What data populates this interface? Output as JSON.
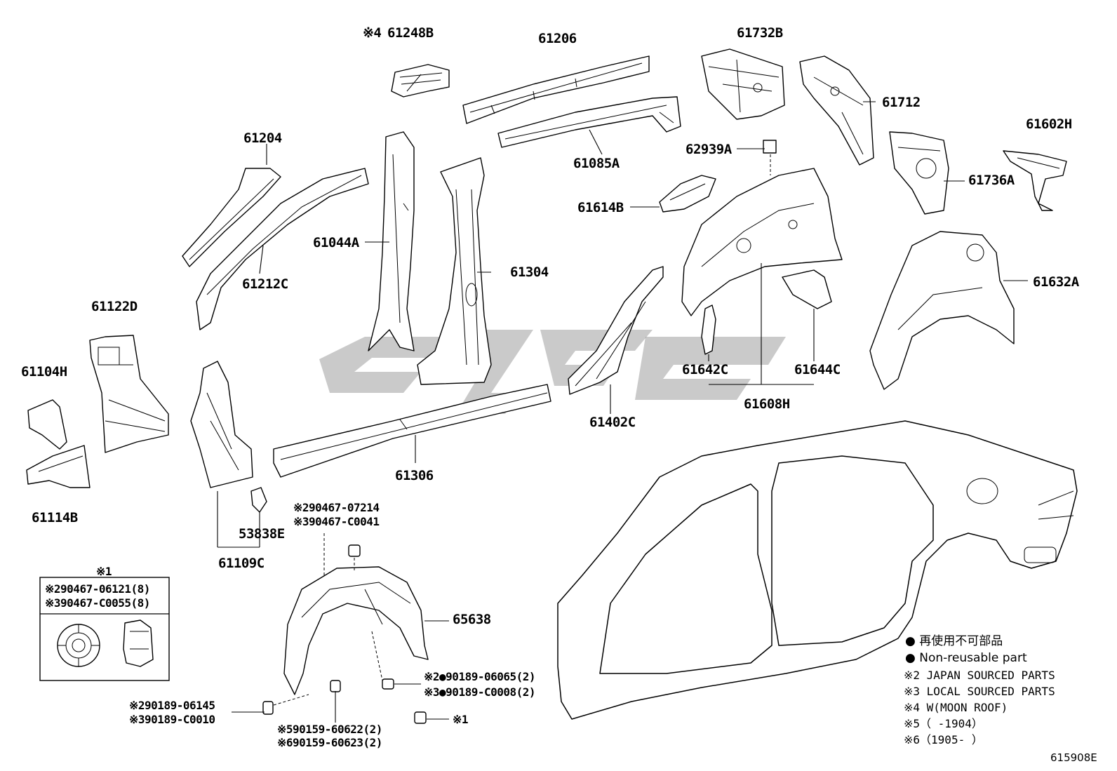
{
  "diagram": {
    "code": "615908E",
    "parts": {
      "p61248B": "61248B",
      "p61248B_mark": "※4",
      "p61206": "61206",
      "p61732B": "61732B",
      "p61712": "61712",
      "p61602H": "61602H",
      "p61204": "61204",
      "p61085A": "61085A",
      "p62939A": "62939A",
      "p61736A": "61736A",
      "p61614B": "61614B",
      "p61044A": "61044A",
      "p61304": "61304",
      "p61632A": "61632A",
      "p61212C": "61212C",
      "p61122D": "61122D",
      "p61104H": "61104H",
      "p61642C": "61642C",
      "p61644C": "61644C",
      "p61608H": "61608H",
      "p61402C": "61402C",
      "p61306": "61306",
      "p61114B": "61114B",
      "p53838E": "53838E",
      "p61109C": "61109C",
      "p65638": "65638"
    },
    "fasteners": {
      "f1a": "※290467-07214",
      "f1b": "※390467-C0041",
      "f2a": "※2●90189-06065(2)",
      "f2b": "※3●90189-C0008(2)",
      "f3a": "※290189-06145",
      "f3b": "※390189-C0010",
      "f4a": "※590159-60622(2)",
      "f4b": "※690159-60623(2)",
      "f5": "※1"
    },
    "inset": {
      "title": "※1",
      "line1": "※290467-06121(8)",
      "line2": "※390467-C0055(8)"
    },
    "legend": {
      "l1": "● 再使用不可部品",
      "l2": "● Non-reusable part",
      "l3": "※2  JAPAN SOURCED PARTS",
      "l4": "※3  LOCAL SOURCED PARTS",
      "l5": "※4  W(MOON ROOF)",
      "l6": "※5（      -1904）",
      "l7": "※6（1905-      ）"
    },
    "watermark_color": "#8a8a8a"
  }
}
